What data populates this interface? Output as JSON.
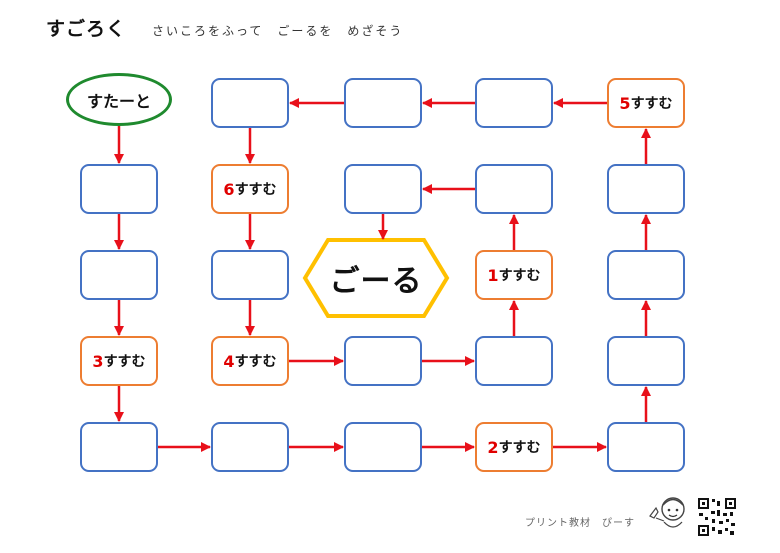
{
  "header": {
    "title": "すごろく",
    "subtitle": "さいころをふって　ごーるを　めざそう"
  },
  "board": {
    "start_label": "すたーと",
    "goal_label": "ごーる",
    "advance_text": "すすむ",
    "cells": [
      {
        "id": "r2c1",
        "advance": null
      },
      {
        "id": "r3c1",
        "advance": null
      },
      {
        "id": "r4c1",
        "advance": "3"
      },
      {
        "id": "r5c1",
        "advance": null
      },
      {
        "id": "r5c2",
        "advance": null
      },
      {
        "id": "r5c3",
        "advance": null
      },
      {
        "id": "r5c4",
        "advance": "2"
      },
      {
        "id": "r5c5",
        "advance": null
      },
      {
        "id": "r4c5",
        "advance": null
      },
      {
        "id": "r3c5",
        "advance": null
      },
      {
        "id": "r2c5",
        "advance": null
      },
      {
        "id": "r1c5",
        "advance": "5"
      },
      {
        "id": "r1c4",
        "advance": null
      },
      {
        "id": "r1c3",
        "advance": null
      },
      {
        "id": "r1c2",
        "advance": null
      },
      {
        "id": "r2c2",
        "advance": "6"
      },
      {
        "id": "r3c2",
        "advance": null
      },
      {
        "id": "r4c2",
        "advance": "4"
      },
      {
        "id": "r4c3",
        "advance": null
      },
      {
        "id": "r4c4",
        "advance": null
      },
      {
        "id": "r3c4",
        "advance": "1"
      },
      {
        "id": "r2c4",
        "advance": null
      },
      {
        "id": "r2c3",
        "advance": null
      }
    ]
  },
  "colors": {
    "cell_border": "#4472c4",
    "advance_border": "#ed7d31",
    "advance_number": "#e00000",
    "arrow": "#e8101a",
    "start_border": "#1f8a2e",
    "goal_border": "#ffc000"
  },
  "footer": {
    "label": "プリント教材　ぴーす"
  },
  "icons": [
    "arrow-icon",
    "mascot-icon",
    "qr-code-icon"
  ]
}
